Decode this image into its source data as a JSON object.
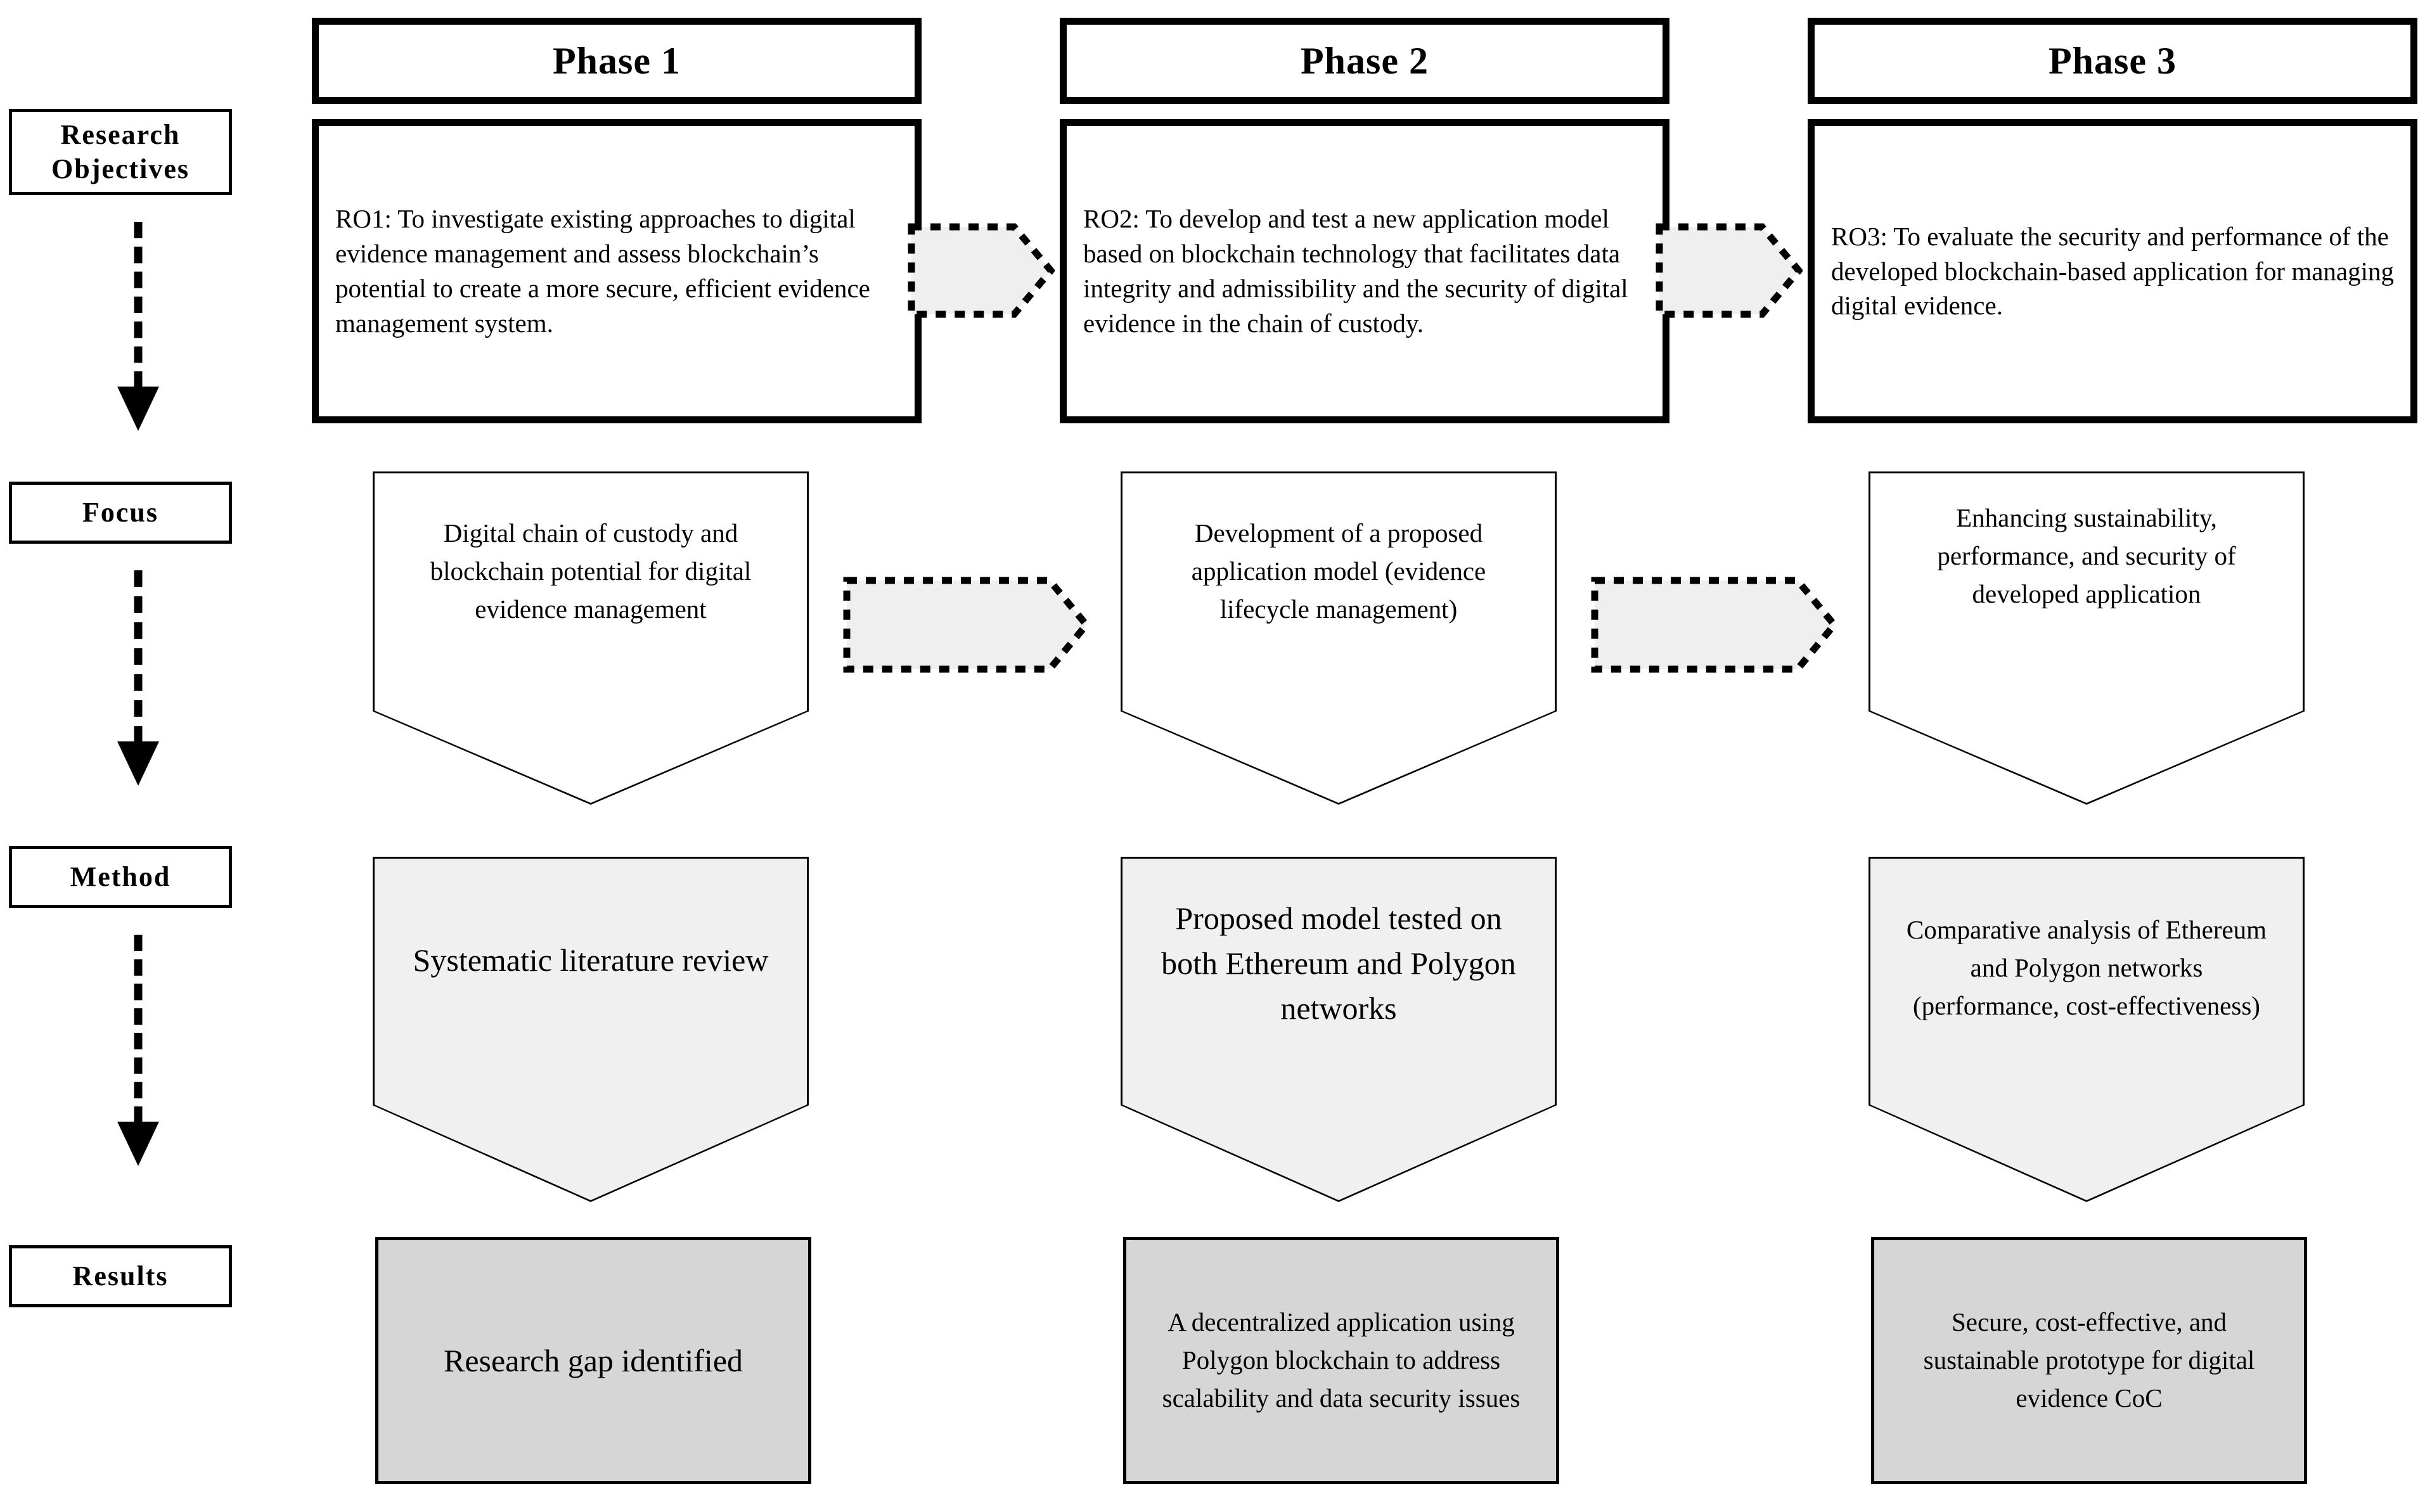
{
  "diagram": {
    "title": "Research methodology phases overview",
    "colors": {
      "outline": "#000000",
      "connector_fill": "#efefef",
      "method_fill": "#f0f0f0",
      "results_fill": "#d6d6d6",
      "background": "#ffffff"
    }
  },
  "stage_labels": [
    {
      "id": "research-objectives",
      "label": "Research\nObjectives"
    },
    {
      "id": "focus",
      "label": "Focus"
    },
    {
      "id": "method",
      "label": "Method"
    },
    {
      "id": "results",
      "label": "Results"
    }
  ],
  "phases": [
    {
      "id": "phase-1",
      "label": "Phase 1"
    },
    {
      "id": "phase-2",
      "label": "Phase 2"
    },
    {
      "id": "phase-3",
      "label": "Phase 3"
    }
  ],
  "rows": {
    "research_objectives": [
      {
        "phase": "phase-1",
        "text": "RO1: To investigate existing approaches to digital  evidence management and assess blockchain’s potential  to create a more secure, efficient evidence management system."
      },
      {
        "phase": "phase-2",
        "text": "RO2: To develop and test a new application  model  based on blockchain  technology that facilitates data integrity  and admissibility   and the security of digital  evidence in the chain of custody."
      },
      {
        "phase": "phase-3",
        "text": "RO3: To evaluate the security and performance of the developed blockchain-based application for managing digital  evidence."
      }
    ],
    "focus": [
      {
        "phase": "phase-1",
        "text": "Digital  chain  of custody and blockchain potential  for digital evidence  management"
      },
      {
        "phase": "phase-2",
        "text": "Development  of a proposed application model (evidence lifecycle  management)"
      },
      {
        "phase": "phase-3",
        "text": "Enhancing sustainability, performance,  and security  of developed application"
      }
    ],
    "method": [
      {
        "phase": "phase-1",
        "text": "Systematic literature review"
      },
      {
        "phase": "phase-2",
        "text": "Proposed model tested on both Ethereum  and Polygon networks"
      },
      {
        "phase": "phase-3",
        "text": "Comparative  analysis  of Ethereum  and Polygon networks (performance, cost-effectiveness)"
      }
    ],
    "results": [
      {
        "phase": "phase-1",
        "text": "Research gap identified"
      },
      {
        "phase": "phase-2",
        "text": "A decentralized application  using Polygon  blockchain  to address scalability  and data security  issues"
      },
      {
        "phase": "phase-3",
        "text": "Secure, cost-effective, and sustainable prototype for digital evidence  CoC"
      }
    ]
  },
  "connectors": {
    "horizontal": [
      {
        "id": "ro-p1-to-p2",
        "from": "phase-1",
        "to": "phase-2",
        "row": "research_objectives"
      },
      {
        "id": "ro-p2-to-p3",
        "from": "phase-2",
        "to": "phase-3",
        "row": "research_objectives"
      },
      {
        "id": "focus-p1-to-p2",
        "from": "phase-1",
        "to": "phase-2",
        "row": "focus"
      },
      {
        "id": "focus-p2-to-p3",
        "from": "phase-2",
        "to": "phase-3",
        "row": "focus"
      }
    ],
    "vertical": [
      {
        "id": "ro-to-focus",
        "from": "research-objectives",
        "to": "focus"
      },
      {
        "id": "focus-to-method",
        "from": "focus",
        "to": "method"
      },
      {
        "id": "method-to-results",
        "from": "method",
        "to": "results"
      }
    ]
  }
}
